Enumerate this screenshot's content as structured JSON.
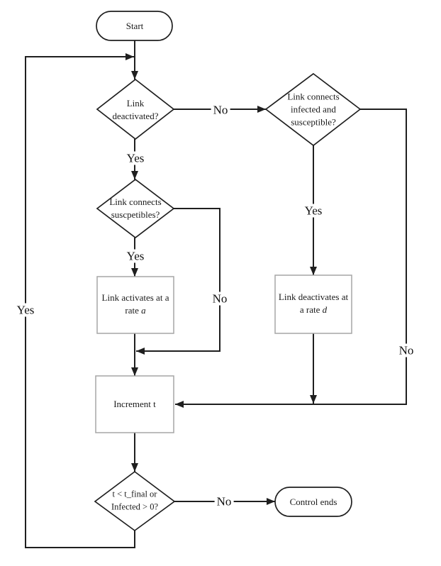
{
  "flowchart": {
    "nodes": {
      "start": {
        "label": "Start"
      },
      "link_deactivated": {
        "label": "Link deactivated?"
      },
      "link_connects_infected": {
        "label": "Link connects infected and susceptible?"
      },
      "link_connects_susceptibles": {
        "label": "Link connects suscpetibles?"
      },
      "link_activates": {
        "label": "Link activates at a rate",
        "rate_var": "a"
      },
      "link_deactivates": {
        "label": "Link deactivates at a rate",
        "rate_var": "d"
      },
      "increment_t": {
        "label": "Increment t"
      },
      "loop_condition": {
        "label": "t < t_final or Infected > 0?"
      },
      "control_ends": {
        "label": "Control ends"
      }
    },
    "edge_labels": {
      "deactivated_no": "No",
      "deactivated_yes": "Yes",
      "susceptibles_yes": "Yes",
      "susceptibles_no": "No",
      "infected_yes": "Yes",
      "infected_no": "No",
      "loop_return_yes": "Yes",
      "loop_exit_no": "No"
    },
    "colors": {
      "line": "#1f1f1f",
      "process_border": "#a6a6a6",
      "background": "#ffffff"
    }
  }
}
